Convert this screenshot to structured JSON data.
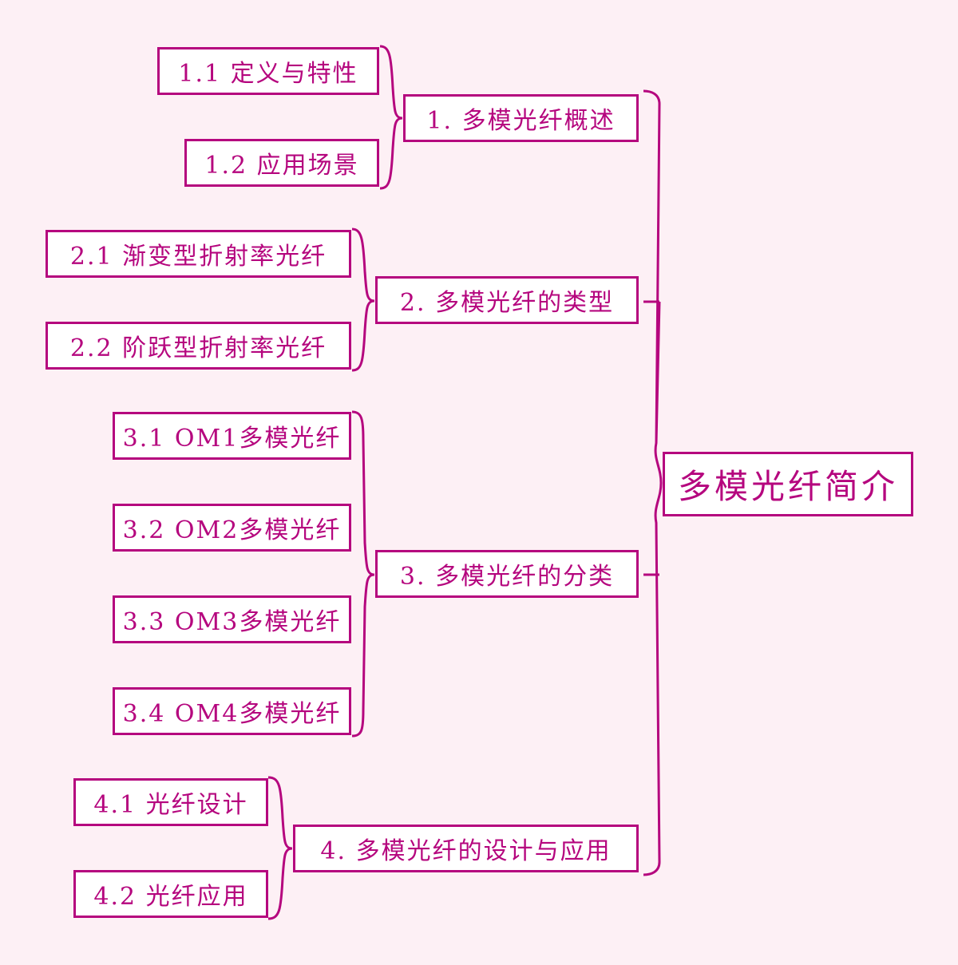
{
  "accent_color": "#b5067e",
  "background_color": "#fdf0f5",
  "root": {
    "label": "多模光纤简介"
  },
  "branches": [
    {
      "label": "1.  多模光纤概述",
      "children": [
        {
          "label": "1.1 定义与特性"
        },
        {
          "label": "1.2 应用场景"
        }
      ]
    },
    {
      "label": "2.  多模光纤的类型",
      "children": [
        {
          "label": "2.1 渐变型折射率光纤"
        },
        {
          "label": "2.2 阶跃型折射率光纤"
        }
      ]
    },
    {
      "label": "3.  多模光纤的分类",
      "children": [
        {
          "label": "3.1 OM1多模光纤"
        },
        {
          "label": "3.2 OM2多模光纤"
        },
        {
          "label": "3.3 OM3多模光纤"
        },
        {
          "label": "3.4 OM4多模光纤"
        }
      ]
    },
    {
      "label": "4.  多模光纤的设计与应用",
      "children": [
        {
          "label": "4.1 光纤设计"
        },
        {
          "label": "4.2 光纤应用"
        }
      ]
    }
  ]
}
